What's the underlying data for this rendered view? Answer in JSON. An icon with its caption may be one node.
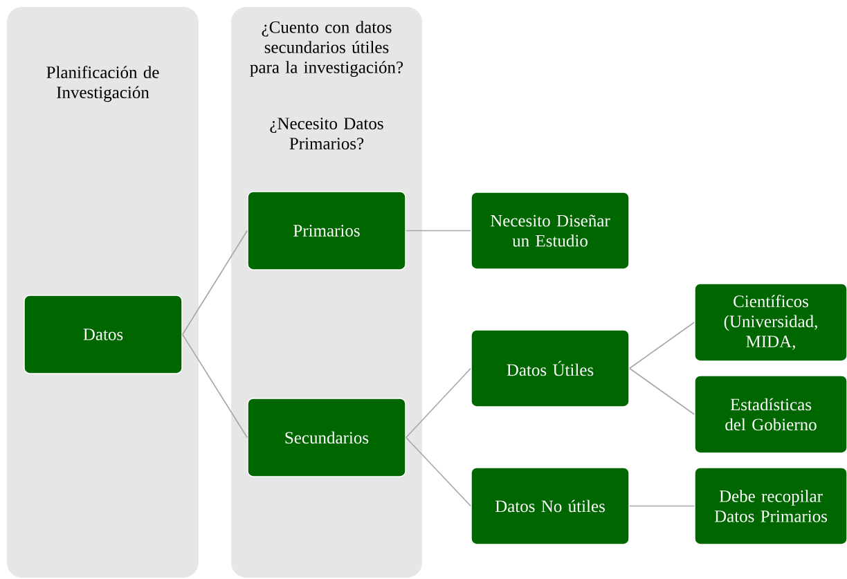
{
  "diagram": {
    "nodes": [
      {
        "text": [
          "Planificación de Investigación"
        ]
      },
      {
        "text": [
          "Datos"
        ],
        "in": 0
      },
      {
        "text": [
          "¿Cuento con datos secundarios útiles para la investigación?",
          "¿Necesito Datos Primarios?"
        ]
      },
      {
        "text": [
          "Primarios"
        ],
        "in": 2
      },
      {
        "text": [
          "Secundarios"
        ],
        "in": 2
      },
      {
        "text": [
          "Necesito Diseñar un Estudio"
        ]
      },
      {
        "text": [
          "Datos Útiles"
        ]
      },
      {
        "text": [
          "Datos No útiles"
        ]
      },
      {
        "text": [
          "Científicos (Universidad, MIDA,"
        ]
      },
      {
        "text": [
          "Estadísticas del Gobierno"
        ]
      },
      {
        "text": [
          "Debe recopilar Datos Primarios"
        ]
      }
    ],
    "edges": [
      {
        "from": 1,
        "to": 3,
        "arrow": "none"
      },
      {
        "from": 1,
        "to": 4,
        "arrow": "none"
      },
      {
        "from": 3,
        "to": 5,
        "arrow": "none"
      },
      {
        "from": 4,
        "to": 6,
        "arrow": "none"
      },
      {
        "from": 4,
        "to": 7,
        "arrow": "none"
      },
      {
        "from": 6,
        "to": 8,
        "arrow": "none"
      },
      {
        "from": 6,
        "to": 9,
        "arrow": "none"
      },
      {
        "from": 7,
        "to": 10,
        "arrow": "none"
      }
    ]
  }
}
